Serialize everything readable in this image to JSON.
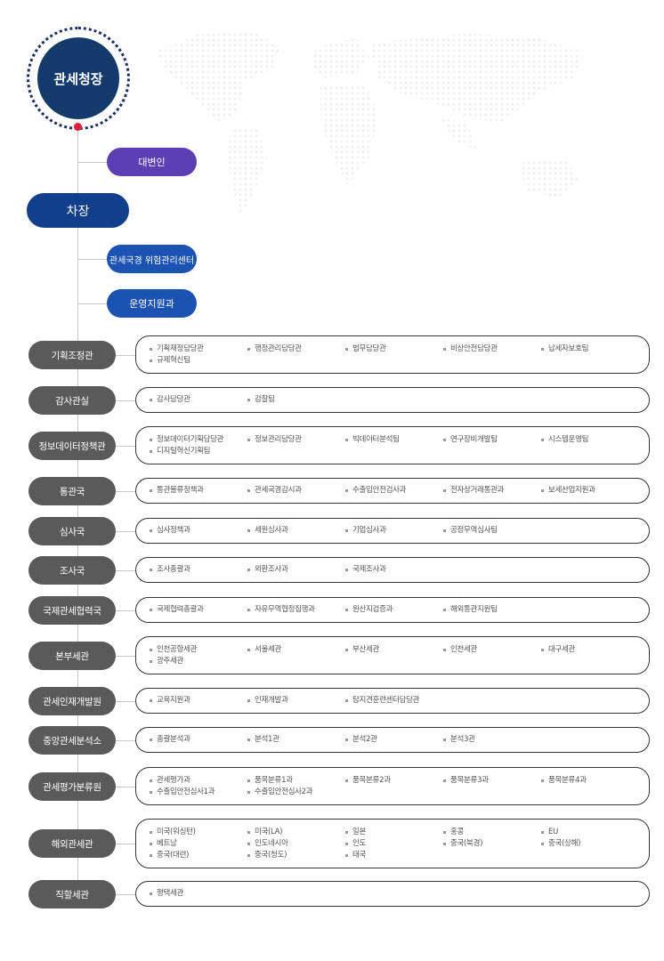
{
  "commissioner": "관세청장",
  "spokesperson": "대변인",
  "deputy": "차장",
  "deputy_units": [
    "관세국경 위험관리센터",
    "운영지원과"
  ],
  "departments": [
    {
      "name": "기획조정관",
      "items": [
        "기획재정담당관",
        "행정관리담당관",
        "법무담당관",
        "비상안전담당관",
        "납세자보호팀",
        "규제혁신팀"
      ]
    },
    {
      "name": "감사관실",
      "items": [
        "감사담당관",
        "감찰팀"
      ]
    },
    {
      "name": "정보데이터정책관",
      "items": [
        "정보데이터기획담당관",
        "정보관리담당관",
        "빅데이터분석팀",
        "연구장비개발팀",
        "시스템운영팀",
        "디지털혁신기획팀"
      ]
    },
    {
      "name": "통관국",
      "items": [
        "통관물류정책과",
        "관세국경감시과",
        "수출입안전검사과",
        "전자상거래통관과",
        "보세산업지원과"
      ]
    },
    {
      "name": "심사국",
      "items": [
        "심사정책과",
        "세원심사과",
        "기업심사과",
        "공정무역심사팀"
      ]
    },
    {
      "name": "조사국",
      "items": [
        "조사총괄과",
        "외환조사과",
        "국제조사과"
      ]
    },
    {
      "name": "국제관세협력국",
      "items": [
        "국제협력총괄과",
        "자유무역협정집행과",
        "원산지검증과",
        "해외통관지원팀"
      ]
    },
    {
      "name": "본부세관",
      "items": [
        "인천공항세관",
        "서울세관",
        "부산세관",
        "인천세관",
        "대구세관",
        "광주세관"
      ]
    },
    {
      "name": "관세인재개발원",
      "items": [
        "교육지원과",
        "인재개발과",
        "탐지견훈련센터담당관"
      ]
    },
    {
      "name": "중앙관세분석소",
      "items": [
        "총괄분석과",
        "분석1관",
        "분석2관",
        "분석3관"
      ]
    },
    {
      "name": "관세평가분류원",
      "items": [
        "관세평가과",
        "품목분류1과",
        "품목분류2과",
        "품목분류3과",
        "품목분류4과",
        "수출입안전심사1과",
        "수출입안전심사2과"
      ]
    },
    {
      "name": "해외관세관",
      "items": [
        "미국(워싱턴)",
        "미국(LA)",
        "일본",
        "홍콩",
        "EU",
        "베트남",
        "인도네시아",
        "인도",
        "중국(북경)",
        "중국(상해)",
        "중국(대련)",
        "중국(청도)",
        "태국"
      ]
    },
    {
      "name": "직할세관",
      "items": [
        "평택세관"
      ]
    }
  ],
  "colors": {
    "commissioner": "#143a6b",
    "spokesperson": "#5b3fb3",
    "deputy": "#123f8c",
    "deputy_units": "#1c52b2",
    "department": "#5a5a5a",
    "accent_dot": "#e41d3a"
  }
}
